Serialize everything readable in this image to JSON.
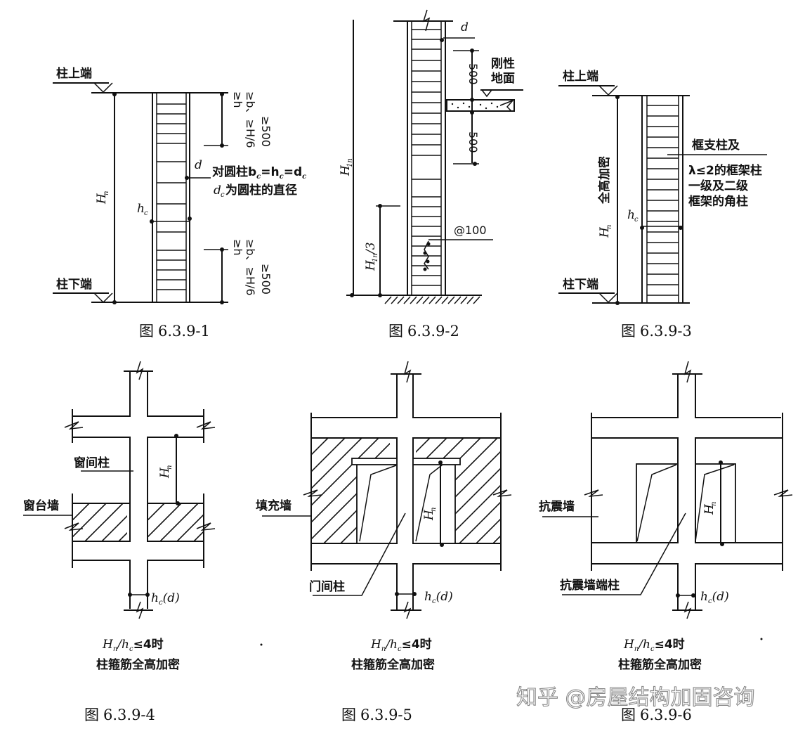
{
  "figures": [
    {
      "id": "fig1",
      "caption_prefix": "图",
      "caption_number": "6.3.9-1",
      "labels": {
        "top_end": "柱上端",
        "bottom_end": "柱下端",
        "clear_height": "H",
        "clear_height_sub": "n",
        "section_depth": "h",
        "section_depth_sub": "c",
        "bar_dia": "d",
        "round_col_note": "对圆柱b",
        "round_col_note_eq": "=h",
        "round_col_note_eq2": "=d",
        "diameter_note_prefix": "d",
        "diameter_note": "为圆柱的直径",
        "top_zone": [
          "≥h",
          "≥b、≥H/6",
          "≥500"
        ],
        "bottom_zone": [
          "≥h",
          "≥b、≥H/6",
          "≥500"
        ]
      }
    },
    {
      "id": "fig2",
      "caption_prefix": "图",
      "caption_number": "6.3.9-2",
      "labels": {
        "bar_dia": "d",
        "rigid_ground_1": "刚性",
        "rigid_ground_2": "地面",
        "dim_above": "500",
        "dim_below": "500",
        "clear_height": "H",
        "clear_height_sub": "1n",
        "bottom_zone": "H",
        "bottom_zone_sub": "1n",
        "bottom_zone_suffix": "/3",
        "spacing": "@100"
      }
    },
    {
      "id": "fig3",
      "caption_prefix": "图",
      "caption_number": "6.3.9-3",
      "labels": {
        "top_end": "柱上端",
        "bottom_end": "柱下端",
        "clear_height": "H",
        "clear_height_sub": "n",
        "full_height": "全高加密",
        "section_depth": "h",
        "section_depth_sub": "c",
        "note_1": "框支柱及",
        "note_2": "λ≤2的框架柱",
        "note_3": "一级及二级",
        "note_4": "框架的角柱"
      }
    },
    {
      "id": "fig4",
      "caption_prefix": "图",
      "caption_number": "6.3.9-4",
      "labels": {
        "pier_column": "窗间柱",
        "sill_wall": "窗台墙",
        "clear_height": "H",
        "clear_height_sub": "n",
        "section": "h",
        "section_sub": "c",
        "section_suffix": "(d)",
        "rule_line": "H",
        "rule_line_sub": "n",
        "rule_line_mid": "/h",
        "rule_line_sub2": "c",
        "rule_line_end": "≤4时",
        "rule_text": "柱箍筋全高加密"
      }
    },
    {
      "id": "fig5",
      "caption_prefix": "图",
      "caption_number": "6.3.9-5",
      "labels": {
        "infill_wall": "填充墙",
        "door_column": "门间柱",
        "clear_height": "H",
        "clear_height_sub": "n",
        "section": "h",
        "section_sub": "c",
        "section_suffix": "(d)",
        "rule_line": "H",
        "rule_line_sub": "n",
        "rule_line_mid": "/h",
        "rule_line_sub2": "c",
        "rule_line_end": "≤4时",
        "rule_text": "柱箍筋全高加密"
      }
    },
    {
      "id": "fig6",
      "caption_prefix": "图",
      "caption_number": "6.3.9-6",
      "labels": {
        "seismic_wall": "抗震墙",
        "wall_end_column": "抗震墙端柱",
        "clear_height": "H",
        "clear_height_sub": "n",
        "section": "h",
        "section_sub": "c",
        "section_suffix": "(d)",
        "rule_line": "H",
        "rule_line_sub": "n",
        "rule_line_mid": "/h",
        "rule_line_sub2": "c",
        "rule_line_end": "≤4时",
        "rule_text": "柱箍筋全高加密"
      }
    }
  ],
  "watermark": "知乎 @房屋结构加固咨询"
}
